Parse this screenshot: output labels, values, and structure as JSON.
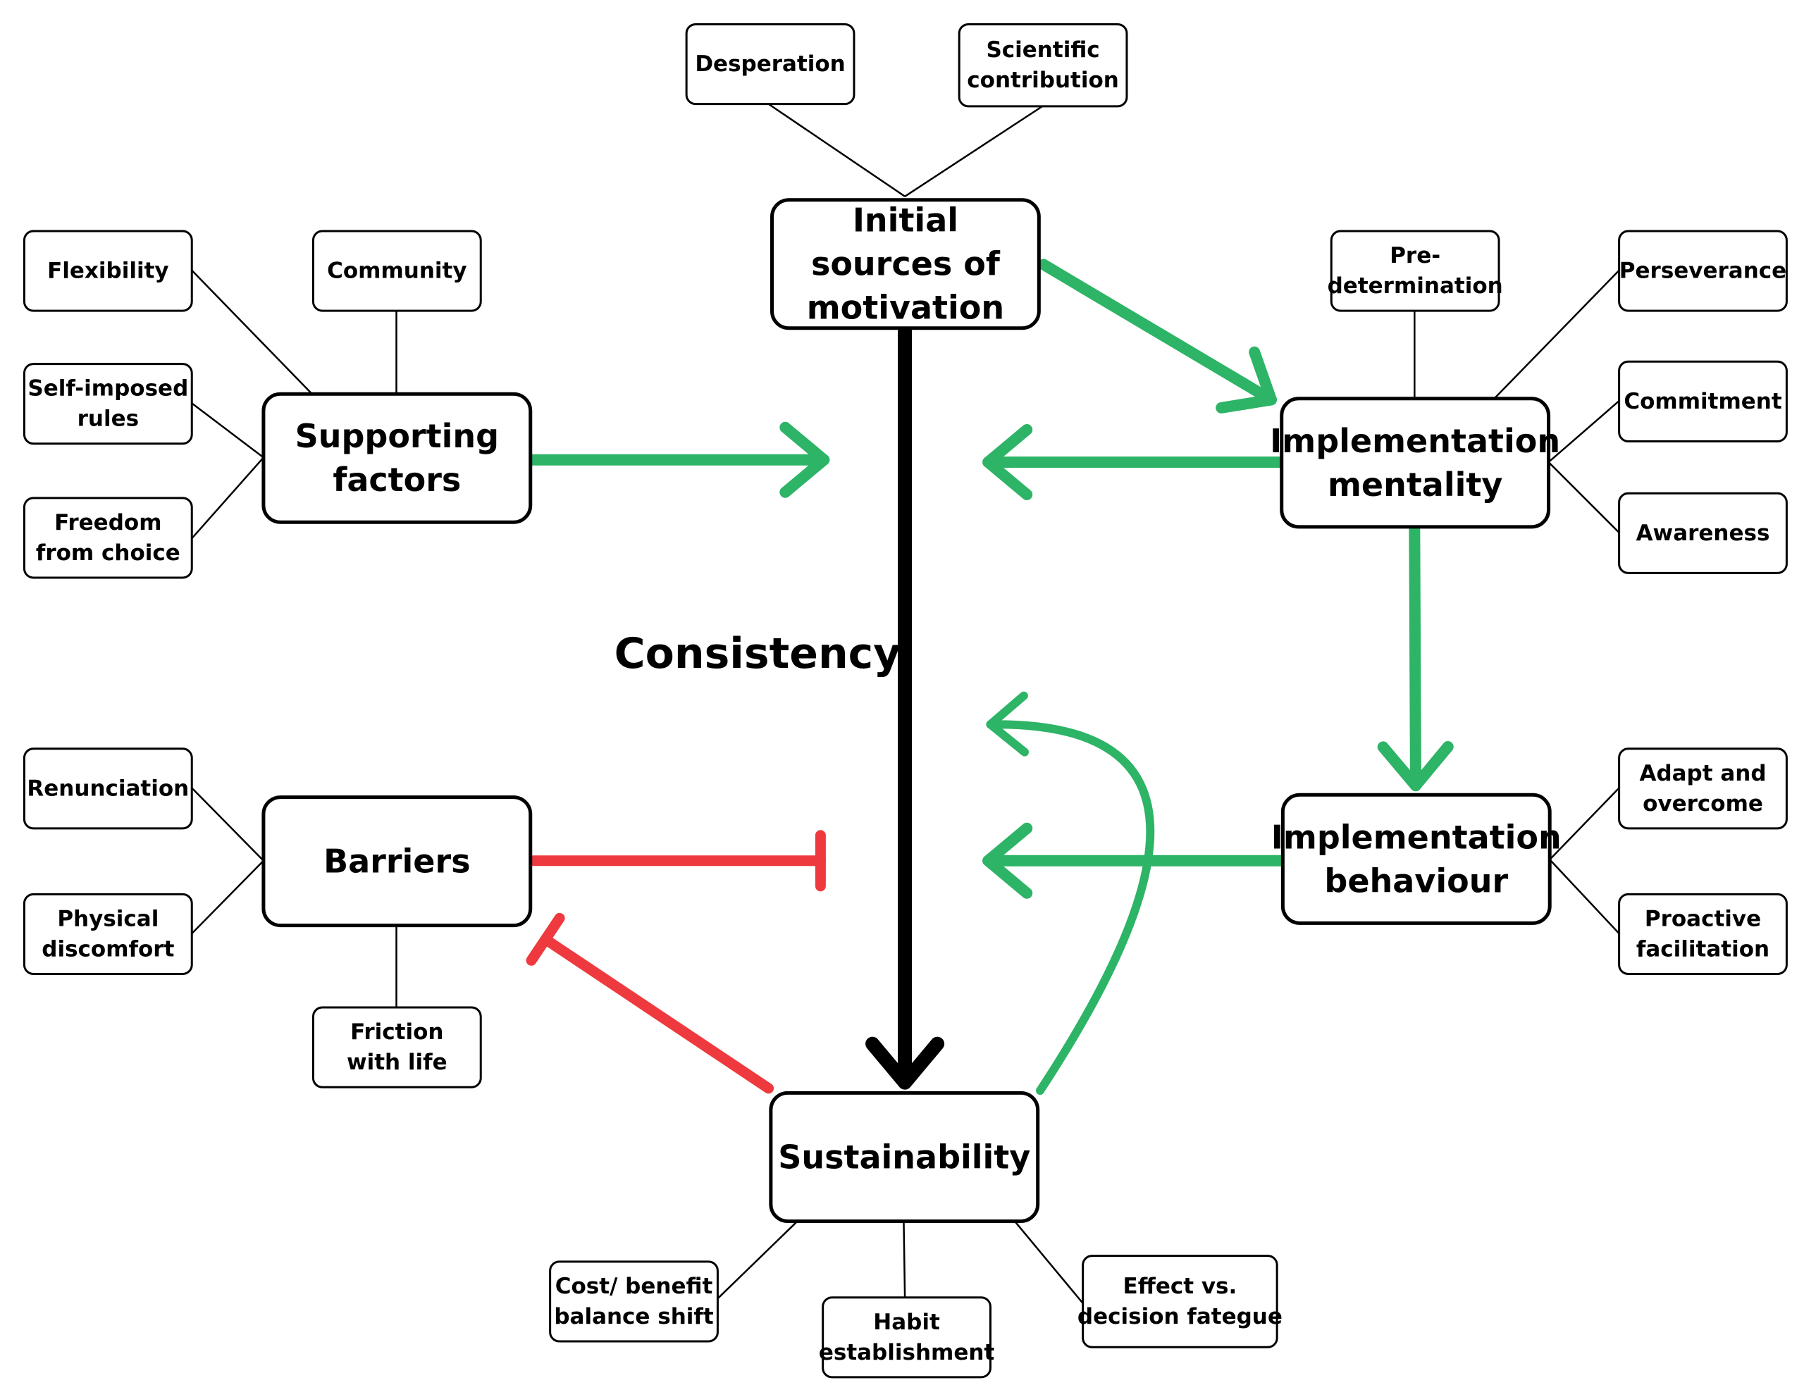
{
  "colors": {
    "positive": "#2DB466",
    "negative": "#EE3A3E",
    "core": "#000000"
  },
  "center_label": "Consistency",
  "nodes": {
    "initial": {
      "lines": [
        "Initial",
        "sources of",
        "motivation"
      ]
    },
    "supporting": {
      "lines": [
        "Supporting",
        "factors"
      ]
    },
    "impl_mentality": {
      "lines": [
        "Implementation",
        "mentality"
      ]
    },
    "impl_behaviour": {
      "lines": [
        "Implementation",
        "behaviour"
      ]
    },
    "barriers": {
      "lines": [
        "Barriers"
      ]
    },
    "sustainability": {
      "lines": [
        "Sustainability"
      ]
    },
    "desperation": {
      "lines": [
        "Desperation"
      ]
    },
    "scientific": {
      "lines": [
        "Scientific",
        "contribution"
      ]
    },
    "flexibility": {
      "lines": [
        "Flexibility"
      ]
    },
    "community": {
      "lines": [
        "Community"
      ]
    },
    "self_imposed": {
      "lines": [
        "Self-imposed",
        "rules"
      ]
    },
    "freedom": {
      "lines": [
        "Freedom",
        "from choice"
      ]
    },
    "predetermination": {
      "lines": [
        "Pre-",
        "determination"
      ]
    },
    "perseverance": {
      "lines": [
        "Perseverance"
      ]
    },
    "commitment": {
      "lines": [
        "Commitment"
      ]
    },
    "awareness": {
      "lines": [
        "Awareness"
      ]
    },
    "adapt": {
      "lines": [
        "Adapt and",
        "overcome"
      ]
    },
    "proactive": {
      "lines": [
        "Proactive",
        "facilitation"
      ]
    },
    "renunciation": {
      "lines": [
        "Renunciation"
      ]
    },
    "physical": {
      "lines": [
        "Physical",
        "discomfort"
      ]
    },
    "friction": {
      "lines": [
        "Friction",
        "with life"
      ]
    },
    "cost_benefit": {
      "lines": [
        "Cost/ benefit",
        "balance shift"
      ]
    },
    "habit": {
      "lines": [
        "Habit",
        "establishment"
      ]
    },
    "effect": {
      "lines": [
        "Effect vs.",
        "decision  fategue"
      ]
    }
  },
  "links": [
    [
      "desperation",
      "initial"
    ],
    [
      "scientific",
      "initial"
    ],
    [
      "flexibility",
      "supporting"
    ],
    [
      "community",
      "supporting"
    ],
    [
      "self_imposed",
      "supporting"
    ],
    [
      "freedom",
      "supporting"
    ],
    [
      "predetermination",
      "impl_mentality"
    ],
    [
      "perseverance",
      "impl_mentality"
    ],
    [
      "commitment",
      "impl_mentality"
    ],
    [
      "awareness",
      "impl_mentality"
    ],
    [
      "adapt",
      "impl_behaviour"
    ],
    [
      "proactive",
      "impl_behaviour"
    ],
    [
      "renunciation",
      "barriers"
    ],
    [
      "physical",
      "barriers"
    ],
    [
      "friction",
      "barriers"
    ],
    [
      "cost_benefit",
      "sustainability"
    ],
    [
      "habit",
      "sustainability"
    ],
    [
      "effect",
      "sustainability"
    ]
  ],
  "influences": [
    {
      "from": "initial",
      "to": "impl_mentality",
      "kind": "promotes"
    },
    {
      "from": "supporting",
      "to": "consistency",
      "kind": "promotes"
    },
    {
      "from": "impl_mentality",
      "to": "consistency",
      "kind": "promotes"
    },
    {
      "from": "impl_mentality",
      "to": "impl_behaviour",
      "kind": "promotes"
    },
    {
      "from": "impl_behaviour",
      "to": "consistency",
      "kind": "promotes"
    },
    {
      "from": "sustainability",
      "to": "consistency",
      "kind": "promotes"
    },
    {
      "from": "barriers",
      "to": "consistency",
      "kind": "inhibits"
    },
    {
      "from": "sustainability",
      "to": "barriers",
      "kind": "inhibits"
    },
    {
      "from": "initial",
      "to": "sustainability",
      "kind": "core-flow"
    }
  ]
}
